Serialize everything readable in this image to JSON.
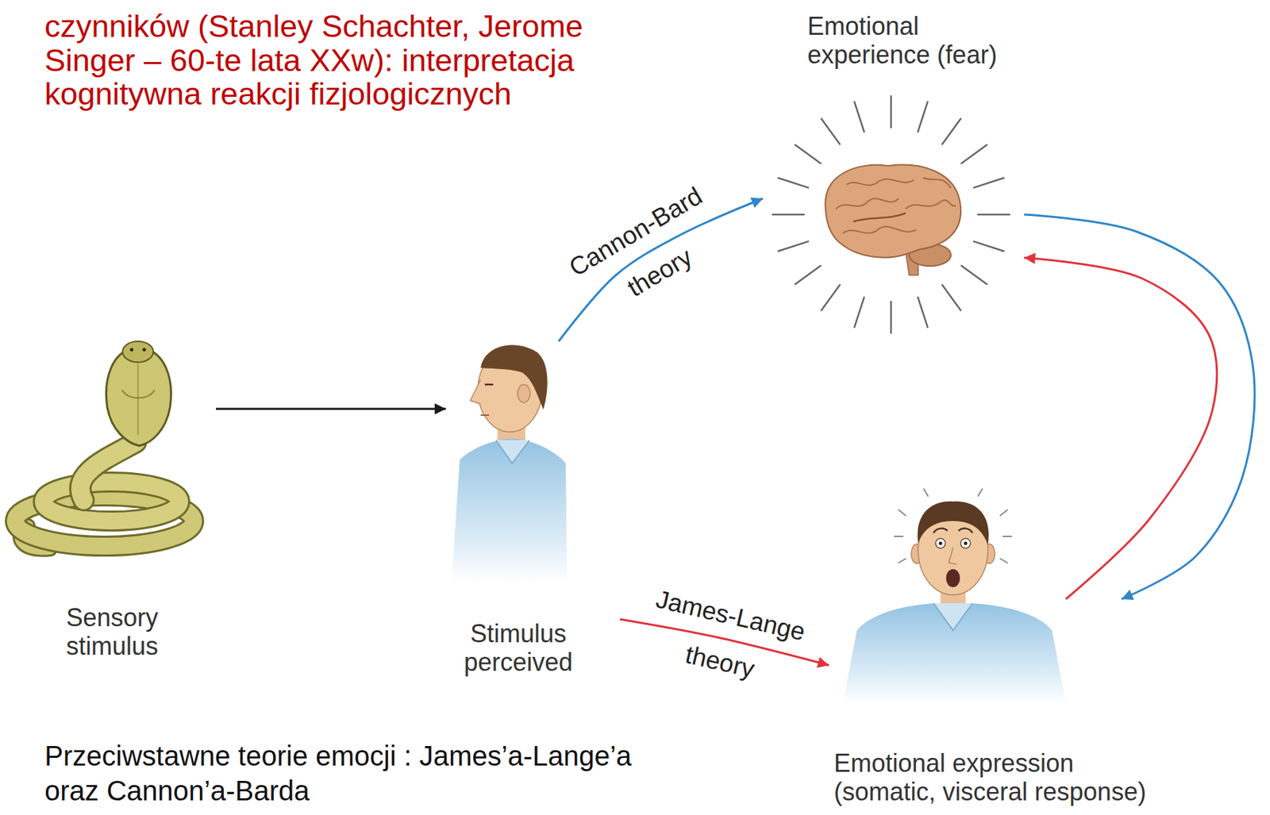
{
  "diagram": {
    "caption": "Przeciwstawne teorie emocji : James’a-Lange’a oraz Cannon’a-Barda",
    "nodes": [
      {
        "text": [
          "Sensory stimulus"
        ]
      },
      {
        "text": [
          "Stimulus perceived"
        ]
      },
      {
        "text": [
          "Emotional experience (fear)"
        ]
      },
      {
        "text": [
          "Emotional expression (somatic, visceral response)"
        ]
      }
    ],
    "edges": [
      {
        "from": 0,
        "to": 1,
        "arrow": "to"
      },
      {
        "from": 1,
        "to": 2,
        "label": "Cannon-Bard theory",
        "arrow": "to"
      },
      {
        "from": 1,
        "to": 3,
        "label": "James-Lange theory",
        "arrow": "to"
      },
      {
        "from": 2,
        "to": 3,
        "arrow": "to"
      },
      {
        "from": 3,
        "to": 2,
        "arrow": "to"
      }
    ],
    "labels": [
      "czynników (Stanley Schachter, Jerome Singer – 60-te lata XXw): interpretacja kognitywna reakcji fizjologicznych"
    ]
  }
}
